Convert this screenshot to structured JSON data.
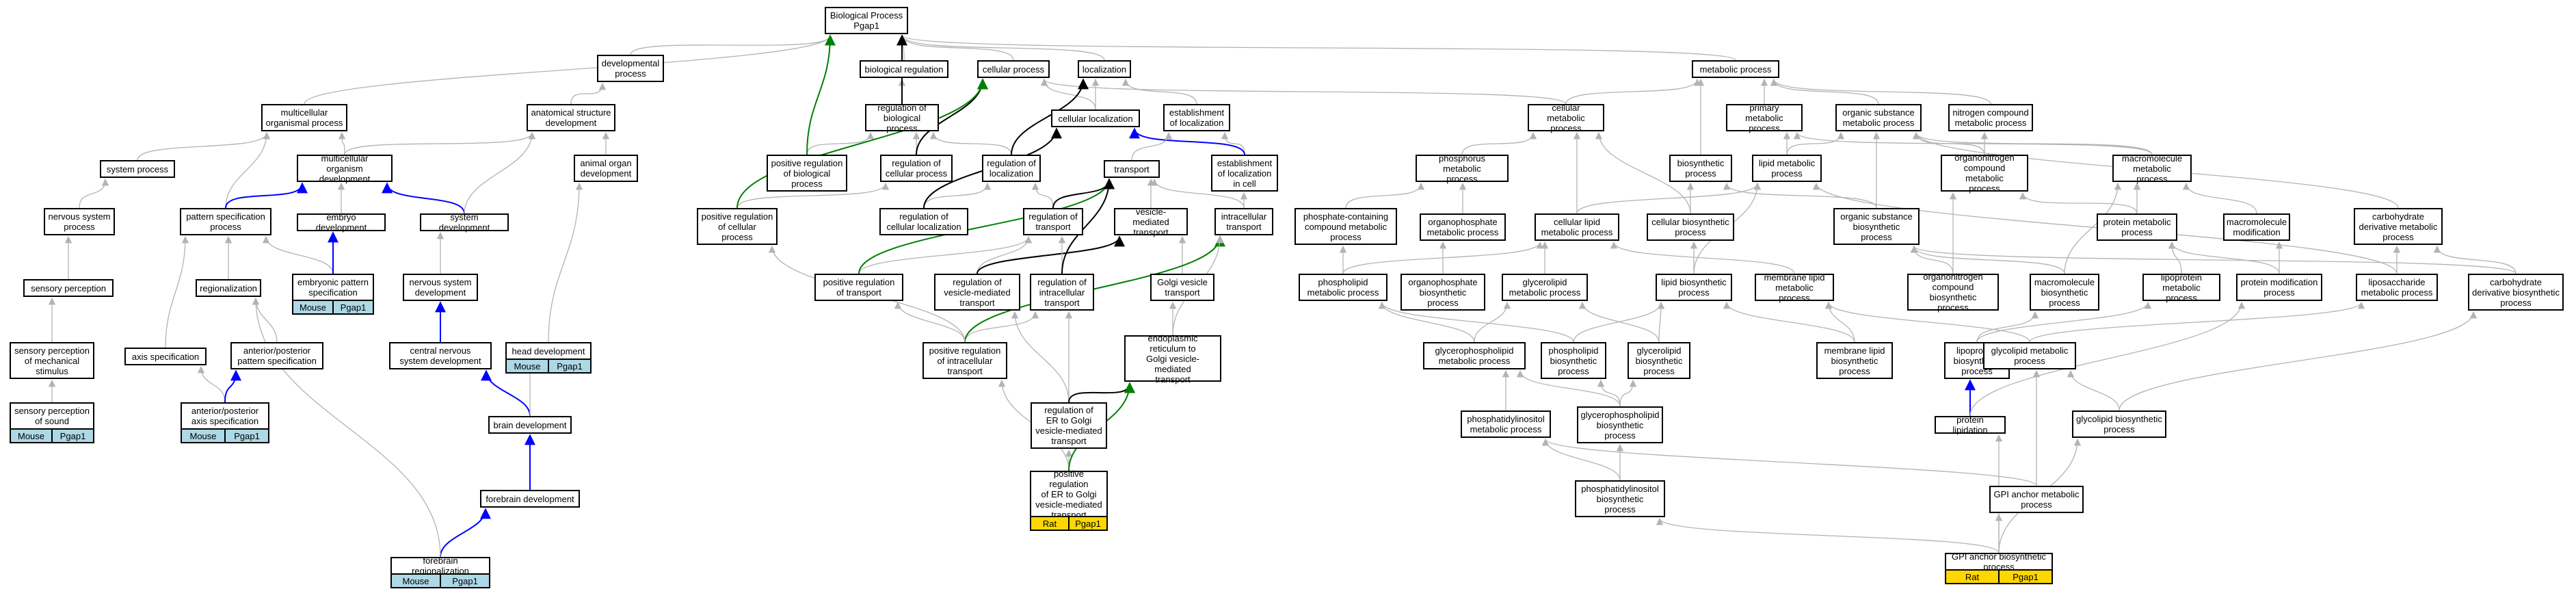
{
  "colors": {
    "gray": "#b3b3b3",
    "blue": "#0000ff",
    "green": "#008000",
    "black": "#000000",
    "ann_blue": "#add8e6",
    "ann_gold": "#ffd700"
  },
  "nodes": [
    {
      "id": "bp",
      "label": "Biological Process\nPgap1"
    },
    {
      "id": "devproc",
      "label": "developmental\nprocess"
    },
    {
      "id": "bioreg",
      "label": "biological regulation"
    },
    {
      "id": "cellproc",
      "label": "cellular process"
    },
    {
      "id": "loc",
      "label": "localization"
    },
    {
      "id": "metproc",
      "label": "metabolic process"
    },
    {
      "id": "multorgproc",
      "label": "multicellular\norganismal process"
    },
    {
      "id": "anatdev",
      "label": "anatomical structure\ndevelopment"
    },
    {
      "id": "regbp",
      "label": "regulation of\nbiological process"
    },
    {
      "id": "cellloc",
      "label": "cellular localization"
    },
    {
      "id": "estloc",
      "label": "establishment\nof localization"
    },
    {
      "id": "cellmet",
      "label": "cellular metabolic\nprocess"
    },
    {
      "id": "primmet",
      "label": "primary metabolic\nprocess"
    },
    {
      "id": "orgsubmet",
      "label": "organic substance\nmetabolic process"
    },
    {
      "id": "nitromet",
      "label": "nitrogen compound\nmetabolic process"
    },
    {
      "id": "sysproc",
      "label": "system process"
    },
    {
      "id": "multdev",
      "label": "multicellular\norganism development"
    },
    {
      "id": "animorgan",
      "label": "animal organ\ndevelopment"
    },
    {
      "id": "posregbp",
      "label": "positive regulation\nof biological\nprocess"
    },
    {
      "id": "regcell",
      "label": "regulation of\ncellular process"
    },
    {
      "id": "regloc",
      "label": "regulation of\nlocalization"
    },
    {
      "id": "estlocincell",
      "label": "establishment\nof localization\nin cell"
    },
    {
      "id": "transport",
      "label": "transport"
    },
    {
      "id": "phosmet",
      "label": "phosphorus metabolic\nprocess"
    },
    {
      "id": "biosyn",
      "label": "biosynthetic\nprocess"
    },
    {
      "id": "orgnitromet",
      "label": "organonitrogen\ncompound metabolic\nprocess"
    },
    {
      "id": "macromet",
      "label": "macromolecule\nmetabolic process"
    },
    {
      "id": "lipidmet",
      "label": "lipid metabolic\nprocess"
    },
    {
      "id": "nervsysproc",
      "label": "nervous system\nprocess"
    },
    {
      "id": "patspec",
      "label": "pattern specification\nprocess"
    },
    {
      "id": "embdev",
      "label": "embryo development"
    },
    {
      "id": "sysdev",
      "label": "system development"
    },
    {
      "id": "posregcell",
      "label": "positive regulation\nof cellular\nprocess"
    },
    {
      "id": "regcellloc",
      "label": "regulation of\ncellular localization"
    },
    {
      "id": "regtrans",
      "label": "regulation of\ntransport"
    },
    {
      "id": "vesic",
      "label": "vesicle-mediated\ntransport"
    },
    {
      "id": "intratrans",
      "label": "intracellular\ntransport"
    },
    {
      "id": "phoscontmet",
      "label": "phosphate-containing\ncompound metabolic\nprocess"
    },
    {
      "id": "orgphosmet",
      "label": "organophosphate\nmetabolic process"
    },
    {
      "id": "celllipidmet",
      "label": "cellular lipid\nmetabolic process"
    },
    {
      "id": "cellbiosyn",
      "label": "cellular biosynthetic\nprocess"
    },
    {
      "id": "orgsubbiosyn",
      "label": "organic substance\nbiosynthetic\nprocess"
    },
    {
      "id": "protmet",
      "label": "protein metabolic\nprocess"
    },
    {
      "id": "macromod",
      "label": "macromolecule\nmodification"
    },
    {
      "id": "carbdermet",
      "label": "carbohydrate\nderivative metabolic\nprocess"
    },
    {
      "id": "sensperc",
      "label": "sensory perception"
    },
    {
      "id": "regionaliz",
      "label": "regionalization"
    },
    {
      "id": "embpatspec",
      "label": "embryonic pattern\nspecification"
    },
    {
      "id": "nervsysdev",
      "label": "nervous system\ndevelopment"
    },
    {
      "id": "posregtrans",
      "label": "positive regulation\nof transport"
    },
    {
      "id": "regvesic",
      "label": "regulation of\nvesicle-mediated\ntransport"
    },
    {
      "id": "regintra",
      "label": "regulation of\nintracellular\ntransport"
    },
    {
      "id": "golgivesic",
      "label": "Golgi vesicle\ntransport"
    },
    {
      "id": "phospholmet",
      "label": "phospholipid\nmetabolic process"
    },
    {
      "id": "orgphosbiosyn",
      "label": "organophosphate\nbiosynthetic\nprocess"
    },
    {
      "id": "glycerolmet",
      "label": "glycerolipid\nmetabolic process"
    },
    {
      "id": "lipidbiosyn",
      "label": "lipid biosynthetic\nprocess"
    },
    {
      "id": "memlipmet",
      "label": "membrane lipid\nmetabolic process"
    },
    {
      "id": "orgnitrobiosyn",
      "label": "organonitrogen\ncompound biosynthetic\nprocess"
    },
    {
      "id": "macrobiosyn",
      "label": "macromolecule\nbiosynthetic\nprocess"
    },
    {
      "id": "lipoprotmet",
      "label": "lipoprotein\nmetabolic process"
    },
    {
      "id": "protmod",
      "label": "protein modification\nprocess"
    },
    {
      "id": "liposacmet",
      "label": "liposaccharide\nmetabolic process"
    },
    {
      "id": "carbderbiosyn",
      "label": "carbohydrate\nderivative biosynthetic\nprocess"
    },
    {
      "id": "sensmech",
      "label": "sensory perception\nof mechanical\nstimulus"
    },
    {
      "id": "axisspec",
      "label": "axis specification"
    },
    {
      "id": "apspec",
      "label": "anterior/posterior\npattern specification"
    },
    {
      "id": "cnsdev",
      "label": "central nervous\nsystem development"
    },
    {
      "id": "headdev",
      "label": "head development"
    },
    {
      "id": "posregintra",
      "label": "positive regulation\nof intracellular\ntransport"
    },
    {
      "id": "ertogolgi",
      "label": "endoplasmic\nreticulum to\nGolgi vesicle-mediated\ntransport"
    },
    {
      "id": "glyphosmet",
      "label": "glycerophospholipid\nmetabolic process"
    },
    {
      "id": "phospholbiosyn",
      "label": "phospholipid\nbiosynthetic\nprocess"
    },
    {
      "id": "glycerolbiosyn",
      "label": "glycerolipid\nbiosynthetic\nprocess"
    },
    {
      "id": "memlipbiosyn",
      "label": "membrane lipid\nbiosynthetic\nprocess"
    },
    {
      "id": "lipoprotbiosyn",
      "label": "lipoprotein\nbiosynthetic\nprocess"
    },
    {
      "id": "glycolmet",
      "label": "glycolipid metabolic\nprocess"
    },
    {
      "id": "senssound",
      "label": "sensory perception\nof sound"
    },
    {
      "id": "apaxis",
      "label": "anterior/posterior\naxis specification"
    },
    {
      "id": "braindev",
      "label": "brain development"
    },
    {
      "id": "regertogolgi",
      "label": "regulation of\nER to Golgi\nvesicle-mediated\ntransport"
    },
    {
      "id": "glyphosbiosyn",
      "label": "glycerophospholipid\nbiosynthetic\nprocess"
    },
    {
      "id": "phosinosmet",
      "label": "phosphatidylinositol\nmetabolic process"
    },
    {
      "id": "protlipid",
      "label": "protein lipidation"
    },
    {
      "id": "glycolbiosyn",
      "label": "glycolipid biosynthetic\nprocess"
    },
    {
      "id": "forebraindev",
      "label": "forebrain development"
    },
    {
      "id": "posregertogolgi",
      "label": "positive regulation\nof ER to Golgi\nvesicle-mediated\ntransport"
    },
    {
      "id": "phosinosbiosyn",
      "label": "phosphatidylinositol\nbiosynthetic\nprocess"
    },
    {
      "id": "gpimet",
      "label": "GPI anchor metabolic\nprocess"
    },
    {
      "id": "forebrainreg",
      "label": "forebrain regionalization"
    },
    {
      "id": "gpibiosyn",
      "label": "GPI anchor biosynthetic\nprocess"
    }
  ],
  "annotations": [
    {
      "node": "senssound",
      "style": "blue",
      "cells": [
        "Mouse",
        "Pgap1"
      ]
    },
    {
      "node": "apaxis",
      "style": "blue",
      "cells": [
        "Mouse",
        "Pgap1"
      ]
    },
    {
      "node": "embpatspec",
      "style": "blue",
      "cells": [
        "Mouse",
        "Pgap1"
      ]
    },
    {
      "node": "headdev",
      "style": "blue",
      "cells": [
        "Mouse",
        "Pgap1"
      ]
    },
    {
      "node": "forebrainreg",
      "style": "blue",
      "cells": [
        "Mouse",
        "Pgap1"
      ]
    },
    {
      "node": "posregertogolgi",
      "style": "gold",
      "cells": [
        "Rat",
        "Pgap1"
      ]
    },
    {
      "node": "gpibiosyn",
      "style": "gold",
      "cells": [
        "Rat",
        "Pgap1"
      ]
    }
  ]
}
